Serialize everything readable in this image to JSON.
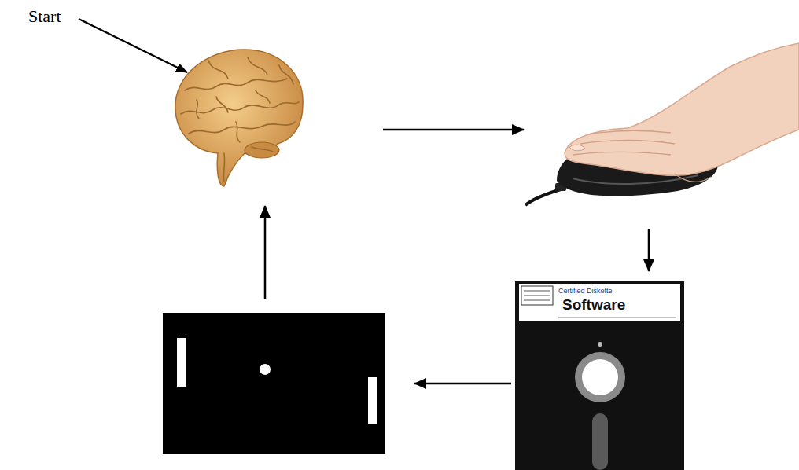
{
  "diagram": {
    "nodes": [
      {
        "text": []
      },
      {
        "text": []
      },
      {
        "text": [
          "Certified Diskette",
          "Software"
        ]
      },
      {
        "text": []
      }
    ],
    "edges": [
      {
        "from": 0,
        "to": 1,
        "arrow": "to"
      },
      {
        "from": 1,
        "to": 2,
        "arrow": "to"
      },
      {
        "from": 2,
        "to": 3,
        "arrow": "to"
      },
      {
        "from": 3,
        "to": 0,
        "arrow": "to"
      }
    ],
    "labels": [
      "Start"
    ]
  }
}
